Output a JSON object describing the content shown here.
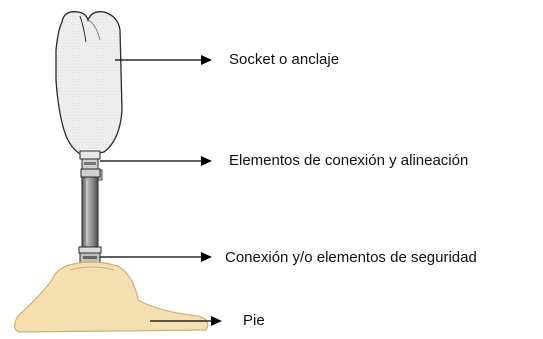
{
  "labels": {
    "socket": "Socket o anclaje",
    "connection": "Elementos de conexión y alineación",
    "safety": "Conexión y/o elementos de seguridad",
    "foot": "Pie"
  },
  "colors": {
    "socket_fill": "#f3f3f3",
    "outline": "#2a2a2a",
    "pylon": "#9a9a9a",
    "foot_fill": "#f3dfb0",
    "foot_outline": "#c9b07a",
    "arrow": "#000000"
  }
}
